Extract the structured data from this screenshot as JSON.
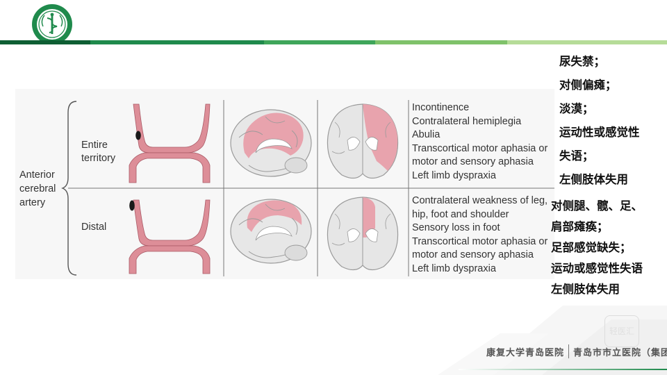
{
  "colors": {
    "brand_green": "#1f8a4c",
    "dark_green": "#0e5e33",
    "light_green": "#9ccf7a",
    "infarct_pink": "#e8a3ad",
    "artery_pink": "#dd8e98",
    "text": "#333333"
  },
  "logo": {
    "icon": "hospital-seal-icon"
  },
  "figure": {
    "artery_label": [
      "Anterior",
      "cerebral",
      "artery"
    ],
    "rows": [
      {
        "label": [
          "Entire",
          "territory"
        ],
        "symptoms": [
          "Incontinence",
          "Contralateral hemiplegia",
          "Abulia",
          "Transcortical motor aphasia or",
          "motor and sensory aphasia",
          "Left limb dyspraxia"
        ]
      },
      {
        "label": [
          "Distal"
        ],
        "symptoms": [
          "Contralateral weakness of leg,",
          "hip, foot and shoulder",
          "Sensory loss in foot",
          "Transcortical motor aphasia or",
          "motor and sensory aphasia",
          "Left limb dyspraxia"
        ]
      }
    ]
  },
  "notes_entire": [
    "尿失禁；",
    "对侧偏瘫；",
    "淡漠；",
    "运动性或感觉性",
    "失语；",
    "左侧肢体失用"
  ],
  "notes_distal": [
    "对侧腿、髋、足、",
    "肩部瘫痪；",
    "足部感觉缺失；",
    "运动或感觉性失语",
    "左侧肢体失用"
  ],
  "footer": {
    "university_hospital": "康复大学青岛医院",
    "municipal_hospital": "青岛市市立医院（集团）"
  },
  "watermark": "轻医汇"
}
